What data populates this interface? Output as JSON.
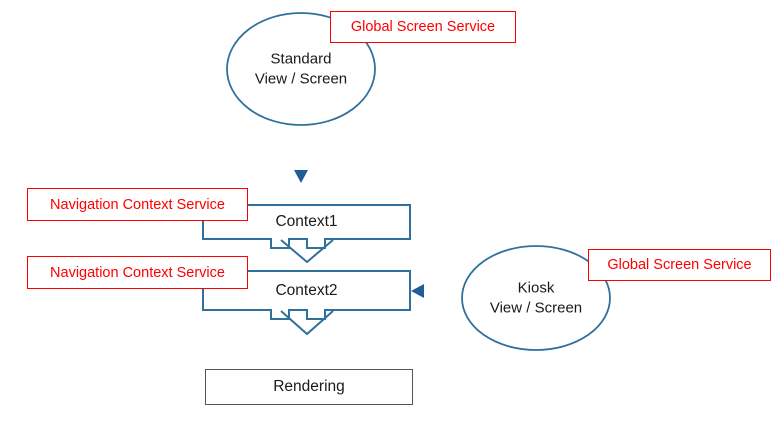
{
  "diagram": {
    "title": "View / Screen rendering context flow",
    "colors": {
      "accent_blue": "#31709C",
      "annotation_red": "#FF0000",
      "box_border_gray": "#555555",
      "text_dark": "#1A1A1A",
      "arrow_blue": "#2E75B6",
      "background": "#FFFFFF"
    },
    "nodes": {
      "standard_view": {
        "label": "Standard\nView / Screen",
        "shape": "ellipse"
      },
      "kiosk_view": {
        "label": "Kiosk\nView / Screen",
        "shape": "ellipse"
      },
      "context1": {
        "label": "Context1",
        "shape": "down-block-arrow"
      },
      "context2": {
        "label": "Context2",
        "shape": "down-block-arrow"
      },
      "rendering": {
        "label": "Rendering",
        "shape": "rectangle"
      }
    },
    "annotations": {
      "global_screen_service_top": "Global Screen Service",
      "global_screen_service_bottom": "Global Screen Service",
      "navigation_context_service_1": "Navigation Context Service",
      "navigation_context_service_2": "Navigation Context Service"
    },
    "connectors": {
      "standard_to_context1": "arrow-down",
      "kiosk_to_context2": "arrow-left",
      "context1_to_context2": "block-arrow-down",
      "context2_to_rendering": "block-arrow-down"
    }
  }
}
